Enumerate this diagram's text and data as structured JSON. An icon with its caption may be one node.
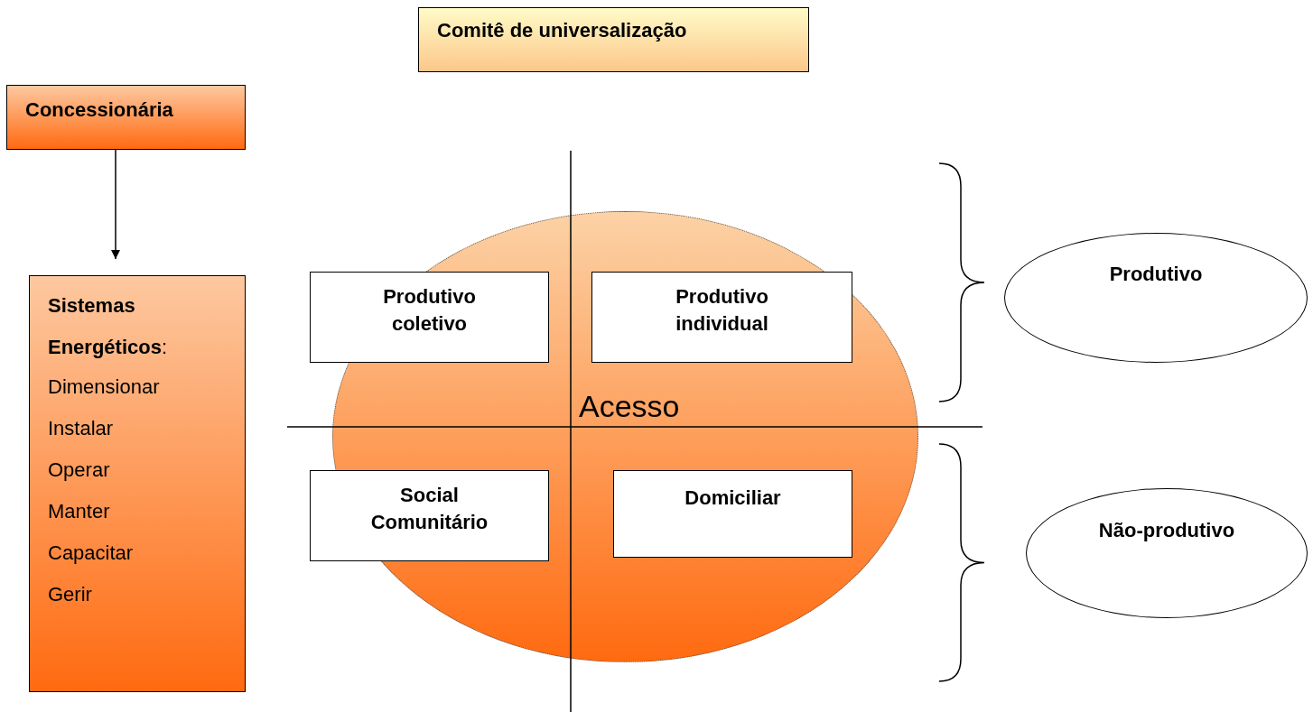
{
  "diagram": {
    "nodes": [
      {
        "text": [
          "Comitê de universalização"
        ]
      },
      {
        "text": [
          "Concessionária"
        ]
      },
      {
        "text": [
          "**Sistemas Energéticos**:",
          "Dimensionar",
          "Instalar",
          "Operar",
          "Manter",
          "Capacitar",
          "Gerir"
        ]
      },
      {
        "text": [
          "Acesso"
        ]
      },
      {
        "text": [
          "Produtivo coletivo"
        ]
      },
      {
        "text": [
          "Produtivo individual"
        ],
        "in": 3
      },
      {
        "text": [
          "Social Comunitário"
        ]
      },
      {
        "text": [
          "Domiciliar"
        ],
        "in": 3
      },
      {
        "text": [
          "Produtivo"
        ]
      },
      {
        "text": [
          "Não-produtivo"
        ]
      }
    ],
    "edges": [
      {
        "from": 1,
        "to": 2,
        "arrow": "to"
      }
    ]
  }
}
